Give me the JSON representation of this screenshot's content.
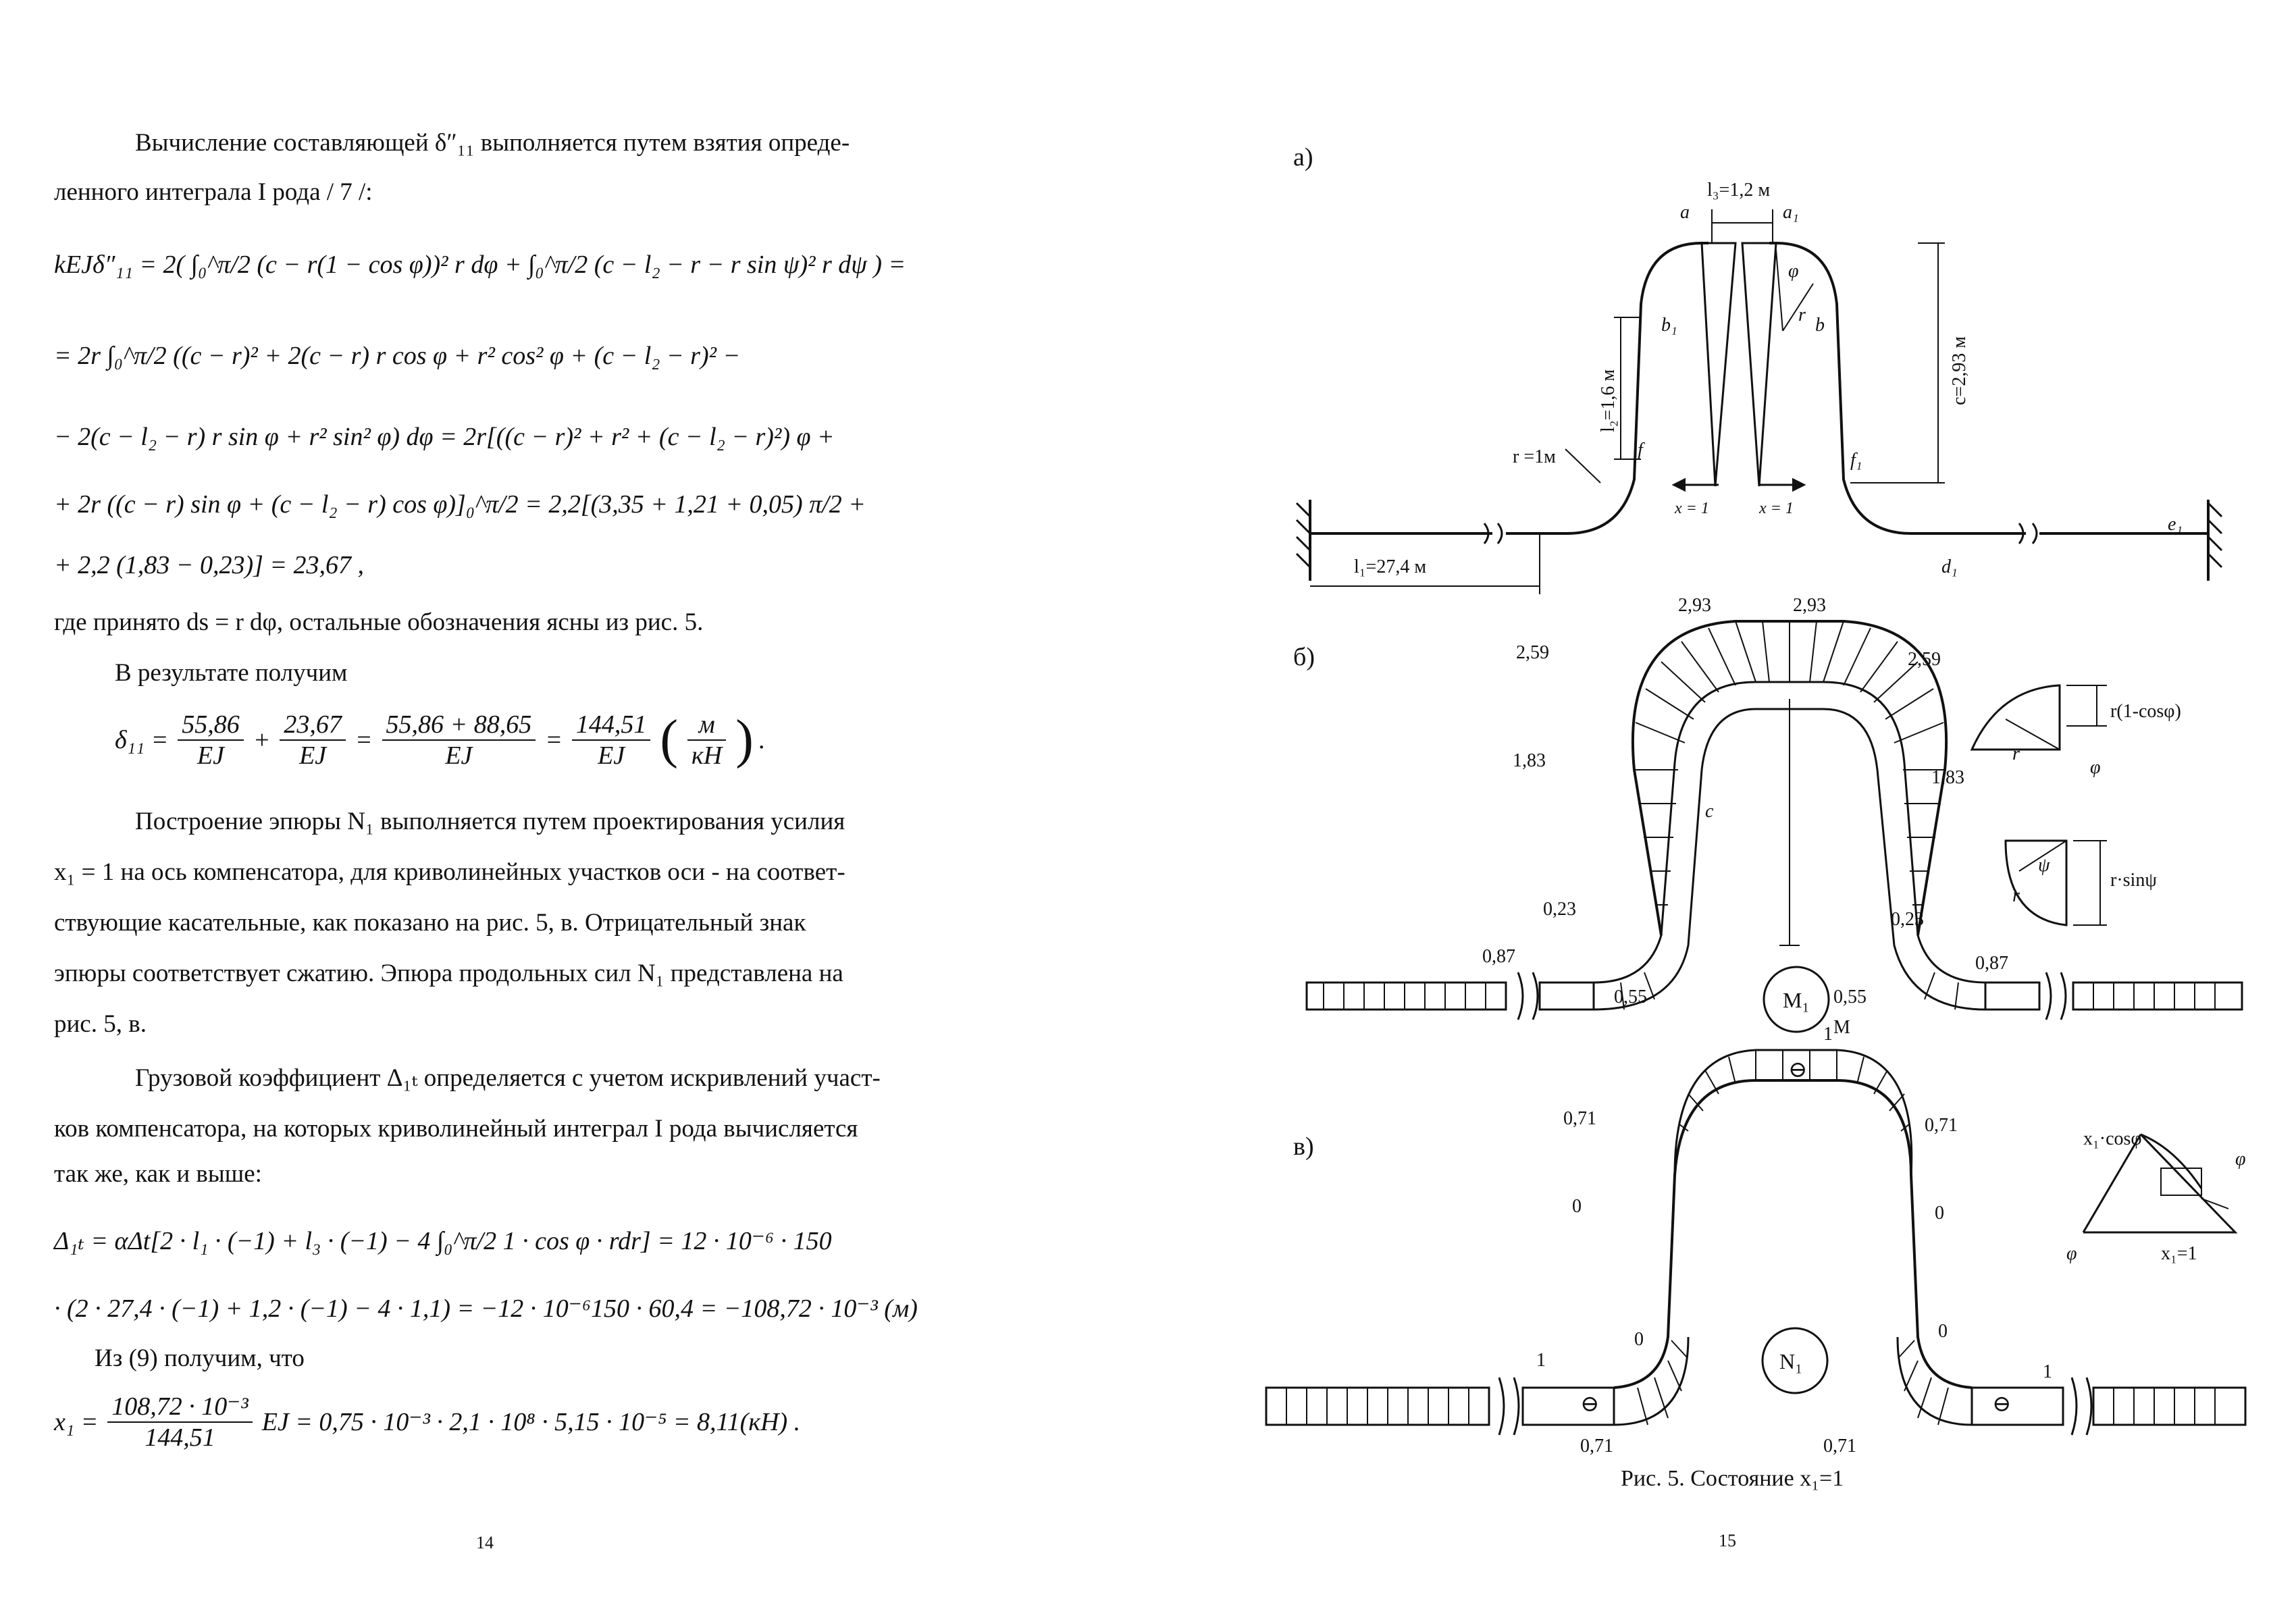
{
  "left_page": {
    "page_number": "14",
    "para1_line1": "Вычисление составляющей δ″₁₁ выполняется путем взятия опреде-",
    "para1_line2": "ленного интеграла I рода / 7 /:",
    "eq1": "kEJδ″₁₁ = 2( ∫₀^π/2 (c − r(1 − cos φ))² r dφ + ∫₀^π/2 (c − l₂ − r − r sin ψ)² r dψ ) =",
    "eq2": "= 2r ∫₀^π/2 ((c − r)² + 2(c − r) r cos φ + r² cos² φ + (c − l₂ − r)² −",
    "eq3": "− 2(c − l₂ − r) r sin φ + r² sin² φ) dφ = 2r[((c − r)²  + r² + (c − l₂ − r)²) φ +",
    "eq4": "+ 2r ((c − r) sin φ + (c − l₂ − r)   cos φ)]₀^π/2 = 2,2[(3,35 + 1,21 + 0,05) π/2 +",
    "eq5": "+ 2,2   (1,83 − 0,23)] = 23,67 ,",
    "where_line": "где принято ds = r dφ, остальные обозначения ясны из рис. 5.",
    "result_intro": "В результате получим",
    "delta_eq": {
      "lhs": "δ₁₁ =",
      "f1_num": "55,86",
      "f1_den": "EJ",
      "plus": "+",
      "f2_num": "23,67",
      "f2_den": "EJ",
      "eq_a": "=",
      "f3_num": "55,86 + 88,65",
      "f3_den": "EJ",
      "eq_b": "=",
      "f4_num": "144,51",
      "f4_den": "EJ",
      "unit_num": "м",
      "unit_den": "кН",
      "end": "."
    },
    "para2": [
      "Построение эпюры N₁ выполняется путем проектирования усилия",
      "x₁ = 1 на ось компенсатора, для криволинейных участков оси - на соответ-",
      "ствующие касательные, как показано на рис. 5, в. Отрицательный знак",
      "эпюры соответствует сжатию. Эпюра продольных сил N₁ представлена на",
      "рис. 5, в."
    ],
    "para3": [
      "Грузовой коэффициент Δ₁ₜ определяется с учетом искривлений участ-",
      "ков компенсатора, на которых криволинейный интеграл I рода вычисляется",
      "так же, как и выше:"
    ],
    "eq6": "Δ₁ₜ = αΔt[2 · l₁ · (−1) + l₃ · (−1) − 4 ∫₀^π/2 1 · cos φ · rdr] = 12 · 10⁻⁶ · 150",
    "eq7": "· (2 · 27,4 · (−1) + 1,2 · (−1) − 4 · 1,1) = −12 · 10⁻⁶150 · 60,4 = −108,72 · 10⁻³ (м)",
    "from9": "Из (9) получим, что",
    "x1_eq": {
      "lhs": "x₁ =",
      "num": "108,72 · 10⁻³",
      "den": "144,51",
      "rest": "EJ = 0,75 · 10⁻³ · 2,1 · 10⁸ · 5,15 · 10⁻⁵ = 8,11(кН) ."
    }
  },
  "right_page": {
    "page_number": "15",
    "caption": "Рис. 5.   Состояние x₁=1",
    "panel_a": {
      "label": "а)",
      "l3": "l₃=1,2 м",
      "a": "a",
      "a1": "a₁",
      "phi": "φ",
      "r": "r",
      "b": "b",
      "b1": "b₁",
      "c": "c=2,93 м",
      "l2": "l₂=1,6 м",
      "f": "f",
      "f1": "f₁",
      "r1": "r =1м",
      "x_left": "x = 1",
      "x_right": "x = 1",
      "l1": "l₁=27,4 м",
      "e1": "e₁",
      "d1": "d₁"
    },
    "panel_b": {
      "label": "б)",
      "v293a": "2,93",
      "v293b": "2,93",
      "v259l": "2,59",
      "v259r": "2,59",
      "v183l": "1,83",
      "v183r": "1,83",
      "v023l": "0,23",
      "v023r": "0,23",
      "v087l": "0,87",
      "v087r": "0,87",
      "v055l": "0,55",
      "v055r": "0,55",
      "c": "c",
      "m1": "M₁",
      "m": "M",
      "inset1_text": "r(1-cosφ)",
      "inset1_r": "r",
      "inset1_phi": "φ",
      "inset2_text": "r·sinψ",
      "inset2_psi": "ψ",
      "inset2_r": "r"
    },
    "panel_v": {
      "label": "в)",
      "top": "1",
      "v071l": "0,71",
      "v071r": "0,71",
      "z1": "0",
      "z2": "0",
      "z3": "0",
      "z4": "0",
      "one_l": "1",
      "one_r": "1",
      "v071bl": "0,71",
      "v071br": "0,71",
      "n1": "N₁",
      "minus": "⊖",
      "inset_x1cos": "x₁·cosφ",
      "inset_phi1": "φ",
      "inset_phi2": "φ",
      "inset_x1": "x₁=1"
    }
  }
}
